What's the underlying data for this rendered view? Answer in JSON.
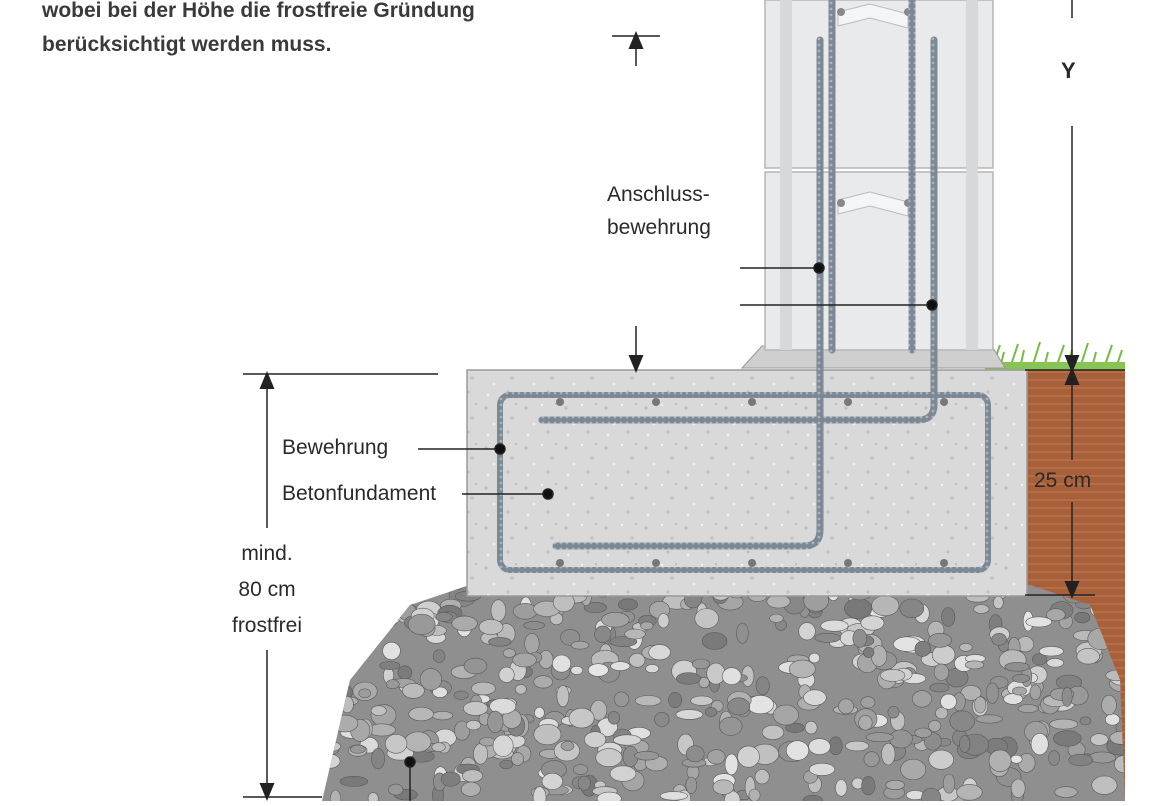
{
  "intro": {
    "line1": "wobei bei der Höhe die frostfreie Gründung",
    "line2": "berücksichtigt werden muss."
  },
  "labels": {
    "y": "Y",
    "anschluss_line1": "Anschluss-",
    "anschluss_line2": "bewehrung",
    "bewehrung": "Bewehrung",
    "betonfundament": "Betonfundament",
    "frost_line1": "mind.",
    "frost_line2": "80 cm",
    "frost_line3": "frostfrei",
    "depth": "25 cm"
  },
  "colors": {
    "concrete": "#dcdcdc",
    "rebar": "#6d7a87",
    "soil": "#a9623b",
    "grass": "#7fc24a",
    "gravel": "#9a9a9a",
    "line": "#222222"
  }
}
